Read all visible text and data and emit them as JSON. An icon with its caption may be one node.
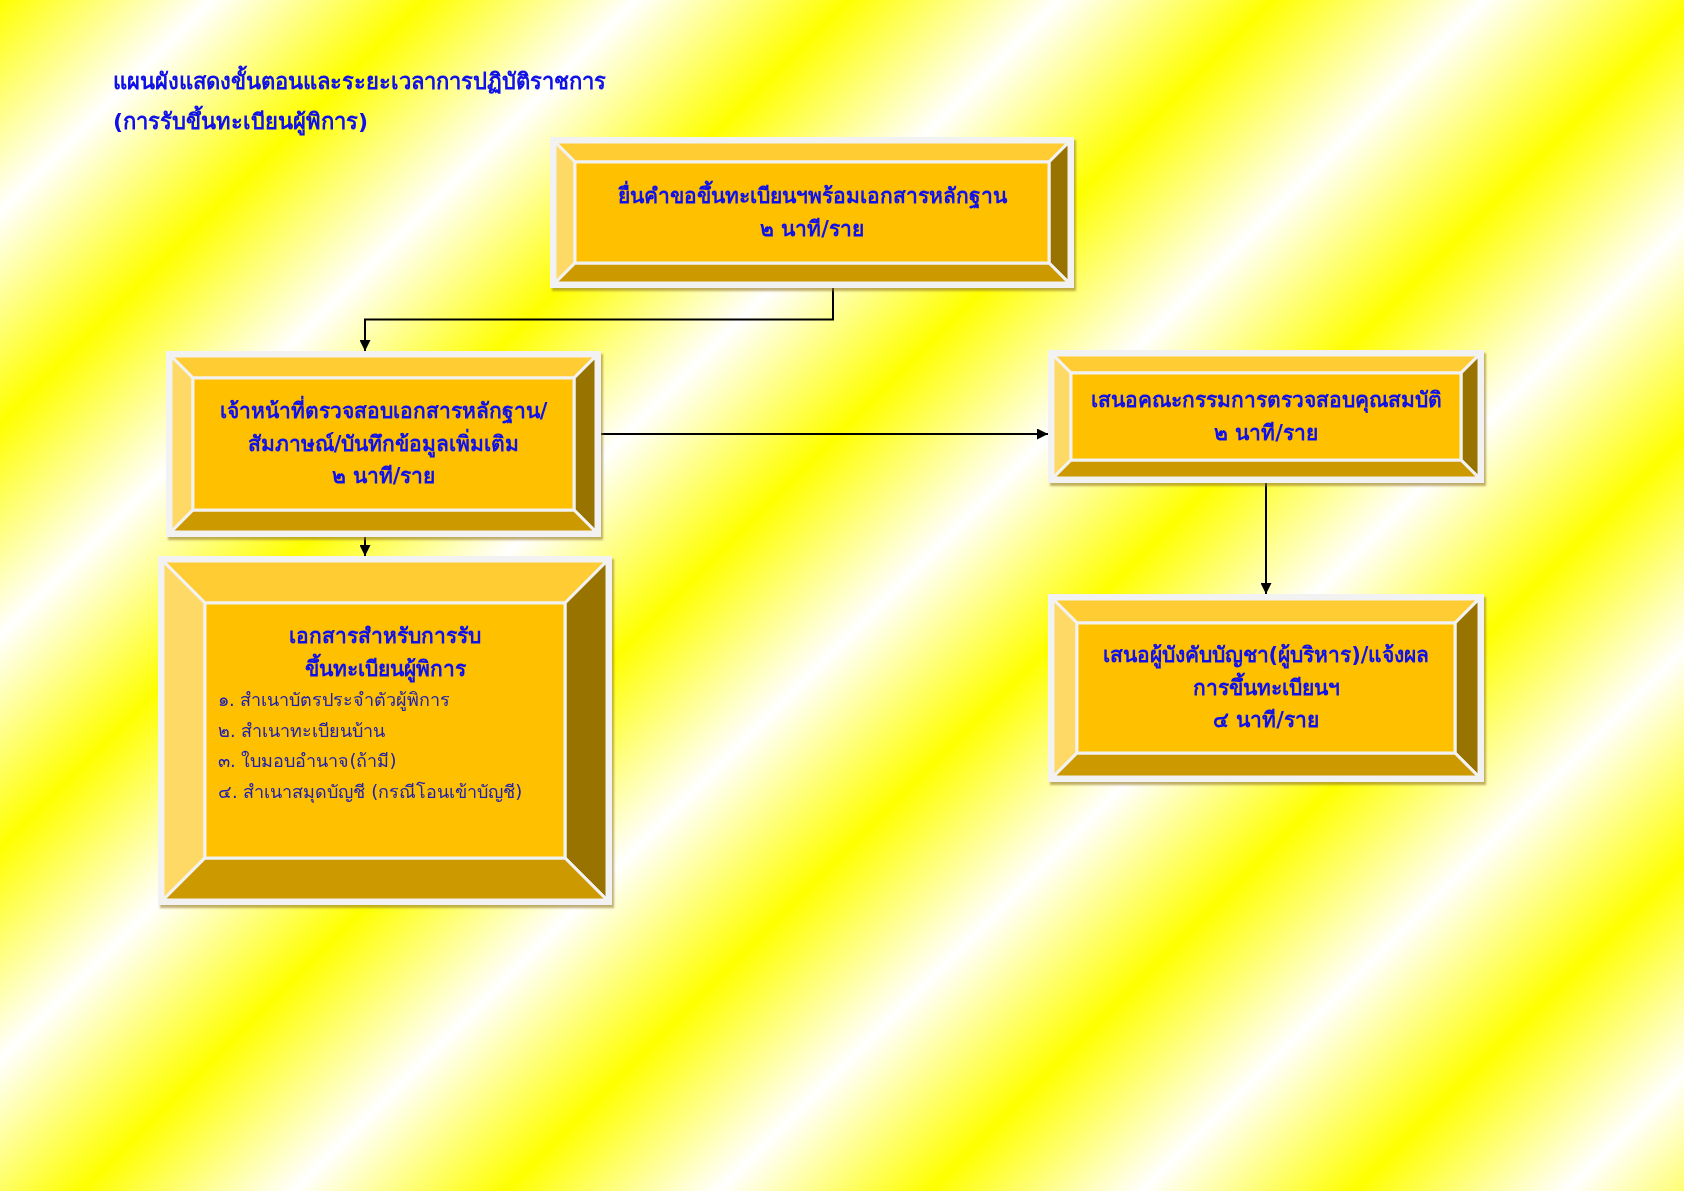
{
  "diagram": {
    "title": "แผนผังแสดงขั้นตอนและระยะเวลาการปฏิบัติราชการ (การรับขึ้นทะเบียนผู้พิการ)",
    "nodes": [
      {
        "text": [
          "ยื่นคำขอขึ้นทะเบียนฯพร้อมเอกสารหลักฐาน",
          "๒ นาที/ราย"
        ]
      },
      {
        "text": [
          "เจ้าหน้าที่ตรวจสอบเอกสารหลักฐาน/สัมภาษณ์/บันทึกข้อมูลเพิ่มเติม",
          "๒ นาที/ราย"
        ]
      },
      {
        "text": [
          "เอกสารสำหรับการรับขึ้นทะเบียนผู้พิการ",
          "๑. สำเนาบัตรประจำตัวผู้พิการ",
          "๒. สำเนาทะเบียนบ้าน",
          "๓. ใบมอบอำนาจ(ถ้ามี)",
          "๔. สำเนาสมุดบัญชี (กรณีโอนเข้าบัญชี)"
        ]
      },
      {
        "text": [
          "เสนอคณะกรรมการตรวจสอบคุณสมบัติ",
          "๒ นาที/ราย"
        ]
      },
      {
        "text": [
          "เสนอผู้บังคับบัญชา(ผู้บริหาร)/แจ้งผลการขึ้นทะเบียนฯ",
          "๔ นาที/ราย"
        ]
      }
    ],
    "edges": [
      {
        "from": 0,
        "to": 1,
        "arrow": "to"
      },
      {
        "from": 1,
        "to": 3,
        "arrow": "to"
      },
      {
        "from": 1,
        "to": 2,
        "arrow": "to"
      },
      {
        "from": 3,
        "to": 4,
        "arrow": "to"
      }
    ]
  }
}
